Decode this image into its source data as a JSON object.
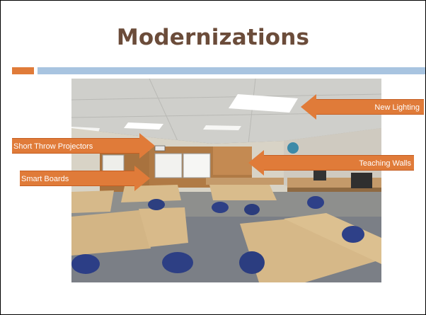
{
  "slide": {
    "title": "Modernizations",
    "accent_color": "#e07b39",
    "rule_color": "#a8c4e0",
    "title_color": "#6b4c3a"
  },
  "photo": {
    "subject": "classroom-photo"
  },
  "callouts": {
    "new_lighting": "New Lighting",
    "teaching_walls": "Teaching Walls",
    "short_throw_projectors": "Short Throw Projectors",
    "smart_boards": "Smart Boards"
  }
}
